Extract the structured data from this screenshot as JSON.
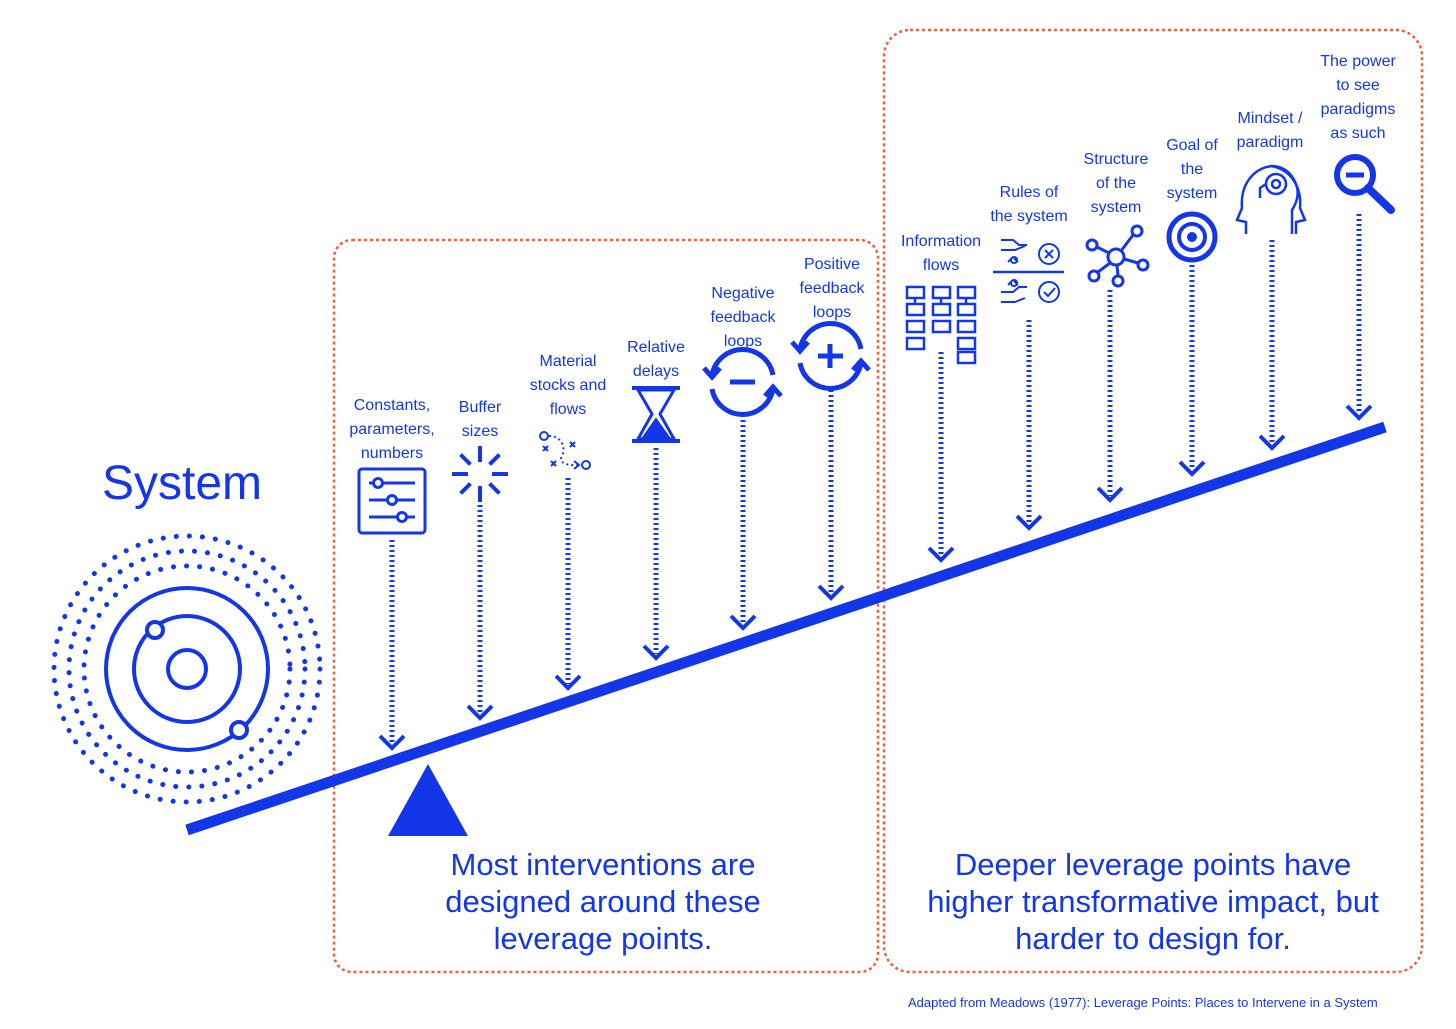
{
  "colors": {
    "blue": "#1337e8",
    "orange": "#f0603c",
    "background": "#ffffff"
  },
  "system_label": "System",
  "left_panel_text": [
    "Most interventions are",
    "designed around these",
    "leverage points."
  ],
  "right_panel_text": [
    "Deeper leverage points have",
    "higher transformative impact, but",
    "harder to design for."
  ],
  "caption": "Adapted from Meadows (1977): Leverage Points: Places to Intervene in a System",
  "leverage_points": [
    {
      "label": [
        "Constants,",
        "parameters,",
        "numbers"
      ],
      "icon": "sliders-icon"
    },
    {
      "label": [
        "Buffer",
        "sizes"
      ],
      "icon": "burst-icon"
    },
    {
      "label": [
        "Material",
        "stocks and",
        "flows"
      ],
      "icon": "flow-path-icon"
    },
    {
      "label": [
        "Relative",
        "delays"
      ],
      "icon": "hourglass-icon"
    },
    {
      "label": [
        "Negative",
        "feedback",
        "loops"
      ],
      "icon": "negative-loop-icon"
    },
    {
      "label": [
        "Positive",
        "feedback",
        "loops"
      ],
      "icon": "positive-loop-icon"
    },
    {
      "label": [
        "Information",
        "flows"
      ],
      "icon": "information-grid-icon"
    },
    {
      "label": [
        "Rules of",
        "the system"
      ],
      "icon": "rules-icon"
    },
    {
      "label": [
        "Structure",
        "of the",
        "system"
      ],
      "icon": "network-icon"
    },
    {
      "label": [
        "Goal of",
        "the",
        "system"
      ],
      "icon": "target-icon"
    },
    {
      "label": [
        "Mindset /",
        "paradigm"
      ],
      "icon": "head-icon"
    },
    {
      "label": [
        "The power",
        "to see",
        "paradigms",
        "as such"
      ],
      "icon": "magnifier-icon"
    }
  ]
}
